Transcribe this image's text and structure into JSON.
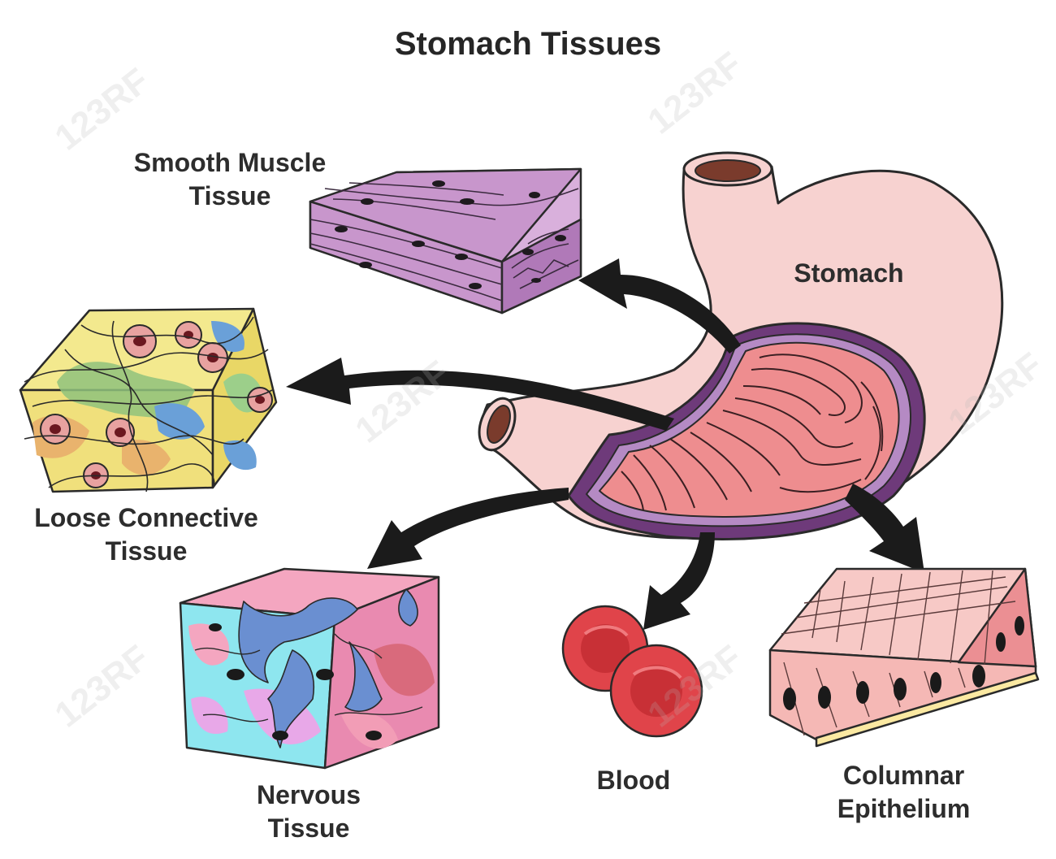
{
  "title": "Stomach Tissues",
  "labels": {
    "stomach": "Stomach",
    "smooth_muscle": [
      "Smooth Muscle",
      "Tissue"
    ],
    "loose_connective": [
      "Loose Connective",
      "Tissue"
    ],
    "nervous": [
      "Nervous",
      "Tissue"
    ],
    "blood": "Blood",
    "columnar": [
      "Columnar",
      "Epithelium"
    ]
  },
  "watermark": "123RF",
  "colors": {
    "stomach_fill": "#f7d2d0",
    "mucosa_fill": "#ee8d8f",
    "muscle_fill": "#c896cc",
    "purple_wall": "#6e3a7a",
    "blood": "#e0444a",
    "epithelium": "#f5b8b5",
    "arrow": "#1b1b1b"
  }
}
